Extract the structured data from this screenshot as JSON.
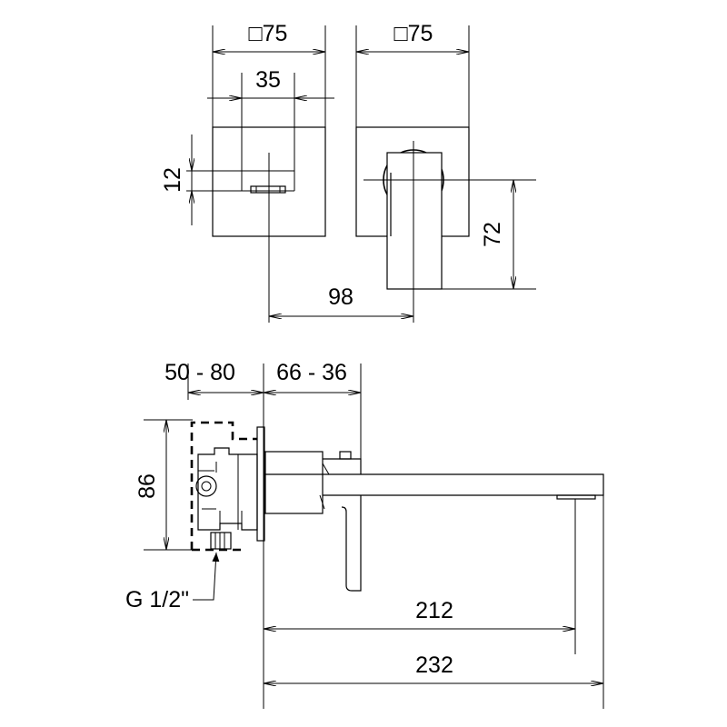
{
  "dimensions": {
    "front_width": "□75",
    "side_width": "□75",
    "handle_width": "35",
    "handle_depth": "12",
    "spout_drop": "72",
    "center_distance": "98",
    "body_depth": "50 - 80",
    "plate_offset": "66 - 36",
    "body_height": "86",
    "inlet_thread": "G 1/2\"",
    "spout_reach_outlet": "212",
    "spout_reach_total": "232"
  }
}
